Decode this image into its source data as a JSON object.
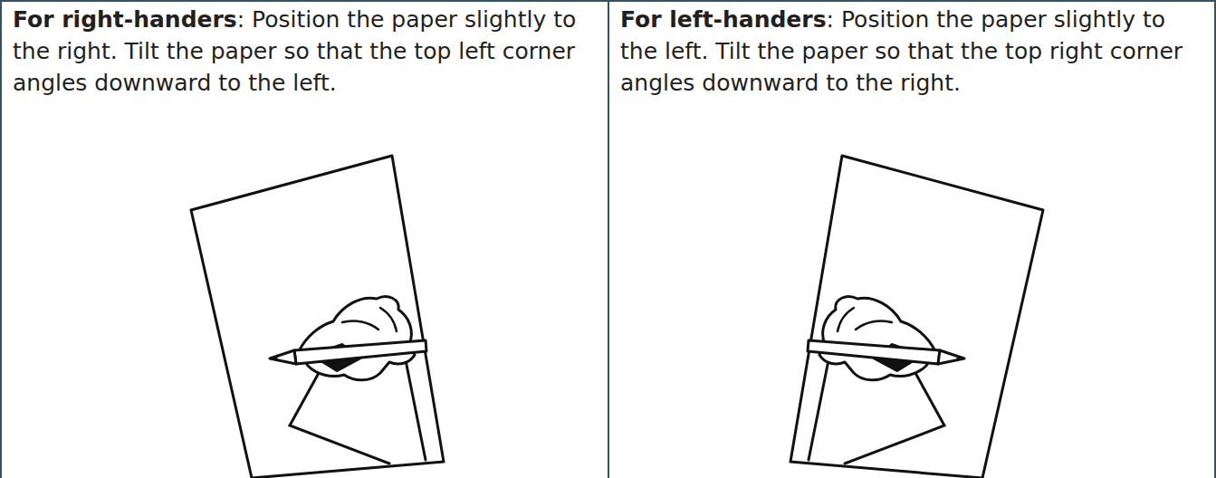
{
  "diagram": {
    "nodes": [
      {
        "text": [
          "For right-handers",
          ": Position the paper slightly to the right. Tilt the paper so that the top left corner angles downward to the left."
        ]
      },
      {
        "text": [
          "For left-handers",
          ": Position the paper slightly to the left. Tilt the paper so that the top right corner angles downward to the right."
        ]
      }
    ]
  }
}
